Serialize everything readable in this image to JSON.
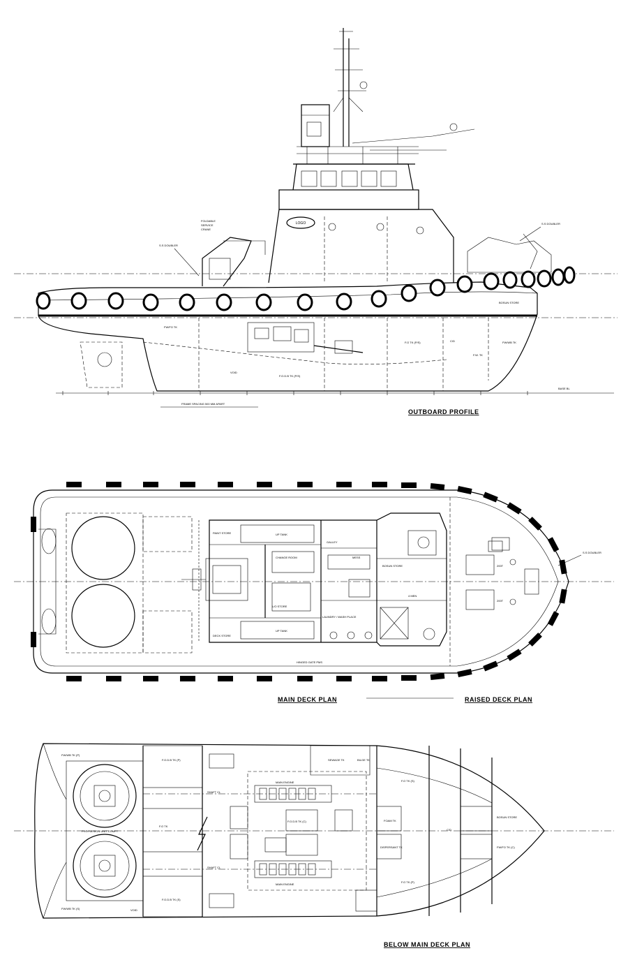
{
  "views": {
    "outboard_profile": {
      "title": "OUTBOARD PROFILE",
      "labels": {
        "logo": "LOGO",
        "ss_doubler_fwd": "S.S DOUBLER",
        "ss_doubler_aft": "S.S DOUBLER",
        "foldable_crane": "FOLDABLE",
        "service_crane": "SERVICE",
        "crane": "CRANE",
        "frame_spacing": "FRAME SPACING 500 MM APART",
        "fo_tk_ps": "F.O TK (P/S)",
        "fwb_tk": "FW/WB TK",
        "fo_tk_ps_low": "F.O.D.B TK (P/S)",
        "void": "VOID",
        "cl": "C/D",
        "bosun_store": "BOSUN STORE",
        "fw_tk": "F.W. TK",
        "base_line": "BASE BL",
        "fwd_tank": "FW/FO TK"
      }
    },
    "main_deck_plan": {
      "title": "MAIN DECK PLAN",
      "labels": {
        "deck_store_ps": "DECK STORE",
        "lo_store": "L/O STORE",
        "bosun_store": "BOSUN STORE",
        "galley": "GALLEY",
        "mess": "MESS",
        "change_room": "CHANGE ROOM",
        "laundry": "LAUNDRY / WASH PLACE",
        "upper_tank_s": "UP TANK",
        "upper_tank_p": "UP TANK",
        "four_man": "4 MEN",
        "paint_store": "PAINT STORE",
        "hinged_gate": "HINGED GATE PMS",
        "ss_doubler": "S.S DOUBLER",
        "bollard": "200T"
      }
    },
    "raised_deck_plan": {
      "title": "RAISED DECK PLAN"
    },
    "below_main_deck_plan": {
      "title": "BELOW MAIN DECK PLAN",
      "labels": {
        "fwb_tk_s": "FW/WB TK (P)",
        "fwb_tk_p": "FW/WB TK (S)",
        "propulsion_unit": "PROPULSION UNIT COMPT",
        "fodb_tk_s": "F.O.D.B TK (P)",
        "fodb_tk_p": "F.O.D.B TK (S)",
        "shaft_cl_s": "SHAFT CL",
        "shaft_cl_p": "SHAFT CL",
        "fo_tk": "F.O TK",
        "main_engine_s": "MAIN ENGINE",
        "main_engine_p": "MAIN ENGINE",
        "fodb_centre": "F.O.D.B TK (C)",
        "foam_tk": "FOAM TK",
        "dispersant_tk": "DISPERSANT TK",
        "fo_tk_fwd_s": "F.O TK (S)",
        "fo_tk_fwd_p": "F.O TK (P)",
        "cl": "C/D",
        "bosun_store": "BOSUN STORE",
        "fw_tk_fwd": "FW/FO TK (C)",
        "void": "VOID",
        "sewage": "SEWAGE TK",
        "bilge": "BILGE TK"
      }
    }
  }
}
